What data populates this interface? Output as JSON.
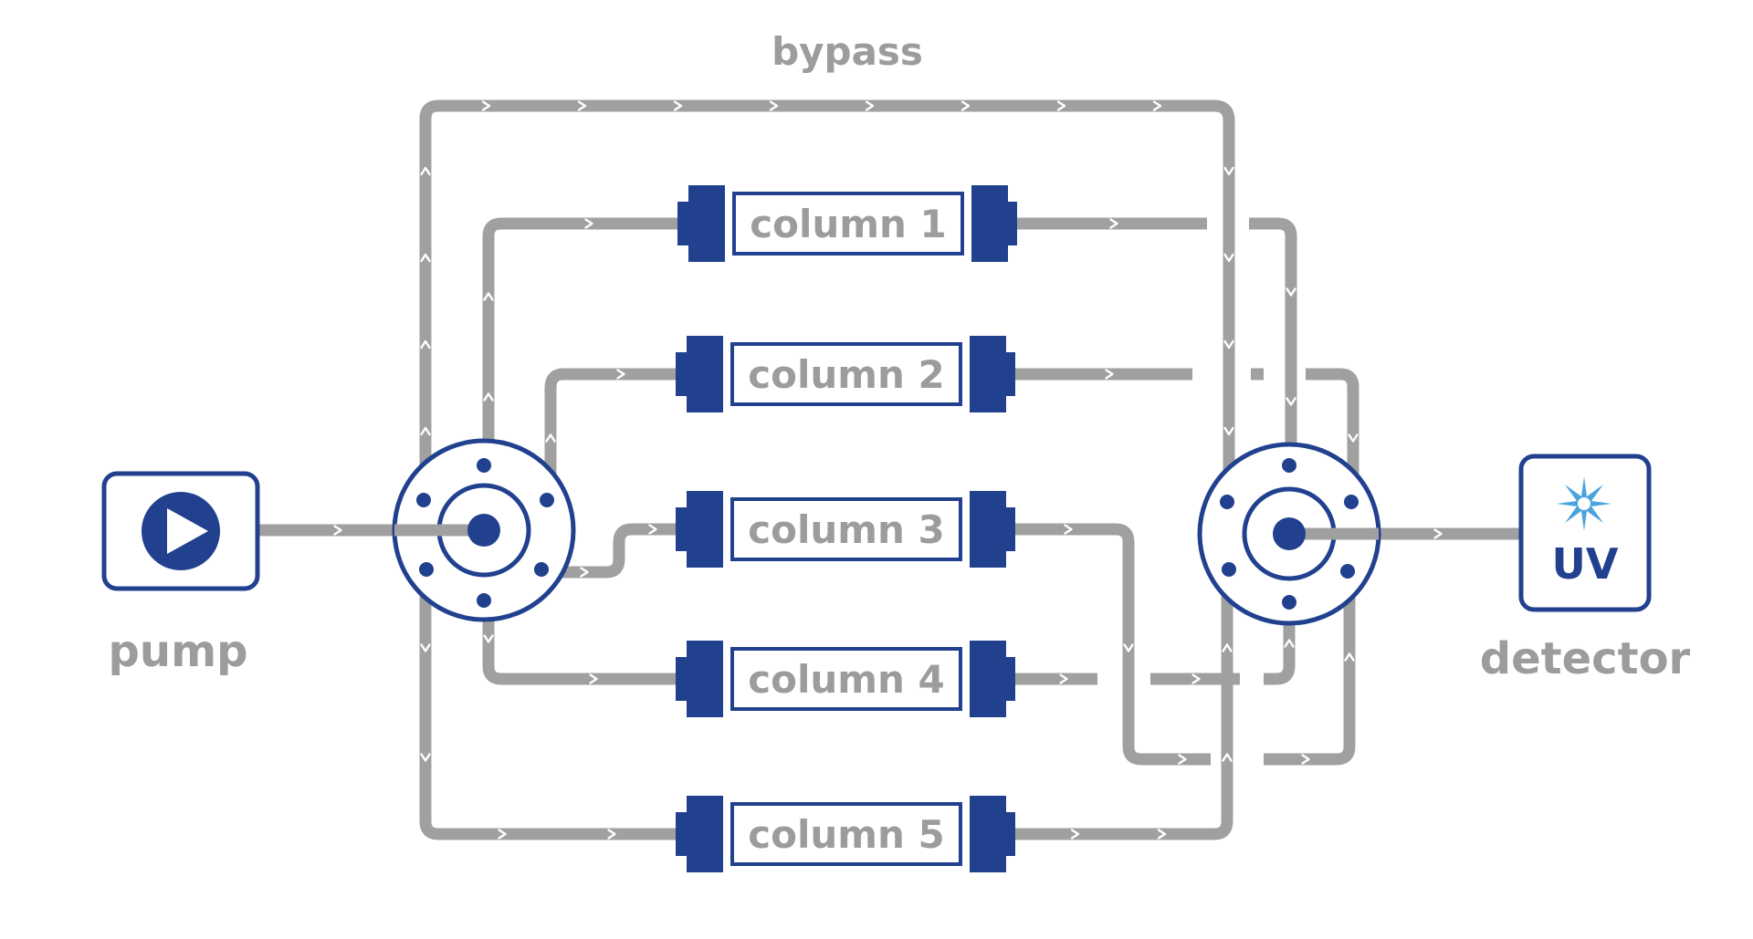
{
  "diagram": {
    "labels": {
      "bypass": "bypass",
      "pump": "pump",
      "detector": "detector"
    },
    "columns": [
      {
        "label": "column 1"
      },
      {
        "label": "column 2"
      },
      {
        "label": "column 3"
      },
      {
        "label": "column 4"
      },
      {
        "label": "column 5"
      }
    ],
    "detector_box_text": "UV",
    "colors": {
      "tube": "#a0a0a0",
      "accent": "#21418f",
      "uv_star": "#4aa3df",
      "label": "#9c9c9c"
    },
    "icons": {
      "pump": "play-icon",
      "detector": "uv-lamp-icon"
    }
  }
}
